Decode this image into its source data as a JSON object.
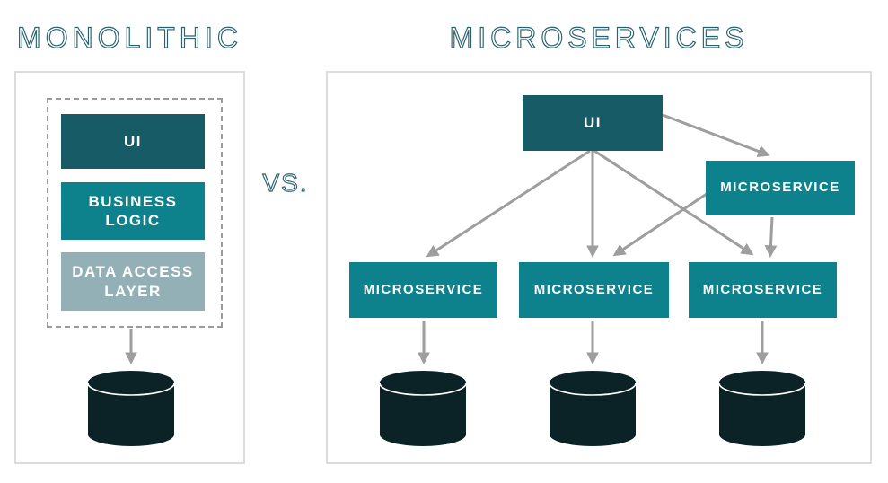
{
  "titles": {
    "left": "MONOLITHIC",
    "vs": "VS.",
    "right": "MICROSERVICES"
  },
  "colors": {
    "title_teal": "#27616f",
    "ui_dark_teal": "#165b66",
    "teal": "#0d828d",
    "data_layer_gray_teal": "#93b0b6",
    "cylinder_dark": "#0b2327",
    "arrow_gray": "#9e9e9e",
    "panel_border": "#dcdcdc",
    "dashed_border": "#9b9b9b",
    "label_text": "#ffffff"
  },
  "monolithic": {
    "layers": [
      {
        "label": "UI"
      },
      {
        "label": "BUSINESS LOGIC"
      },
      {
        "label": "DATA ACCESS LAYER"
      }
    ],
    "database_icon": "database-cylinder",
    "database_count": 1
  },
  "microservices": {
    "ui": {
      "label": "UI"
    },
    "services": [
      {
        "label": "MICROSERVICE"
      },
      {
        "label": "MICROSERVICE"
      },
      {
        "label": "MICROSERVICE"
      },
      {
        "label": "MICROSERVICE"
      }
    ],
    "database_icon": "database-cylinder",
    "database_count": 3
  },
  "connections": [
    {
      "from": "ui",
      "to": "microservice-right"
    },
    {
      "from": "ui",
      "to": "microservice-1"
    },
    {
      "from": "ui",
      "to": "microservice-2"
    },
    {
      "from": "ui",
      "to": "microservice-3"
    },
    {
      "from": "microservice-right",
      "to": "microservice-2"
    },
    {
      "from": "microservice-right",
      "to": "microservice-3"
    },
    {
      "from": "microservice-1",
      "to": "database-1"
    },
    {
      "from": "microservice-2",
      "to": "database-2"
    },
    {
      "from": "microservice-3",
      "to": "database-3"
    },
    {
      "from": "monolith",
      "to": "database"
    }
  ]
}
